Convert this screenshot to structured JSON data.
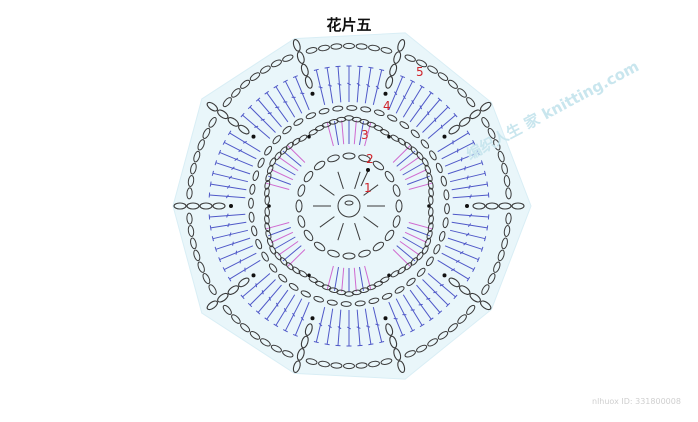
{
  "title": "花片五",
  "round_labels": [
    "1",
    "2",
    "3",
    "4",
    "5"
  ],
  "watermark": {
    "text": "编织人生 家 knitting.com",
    "id_text": "nlhuox ID: 331800008"
  },
  "colors": {
    "background_shape": "#e9f6fa",
    "chain_stitch": "#3a3a3a",
    "tall_stitch": "#4f58c8",
    "center_stitch": "#d06ad0",
    "label": "#d0242b"
  },
  "motif": {
    "points": 10,
    "petals": 6
  }
}
